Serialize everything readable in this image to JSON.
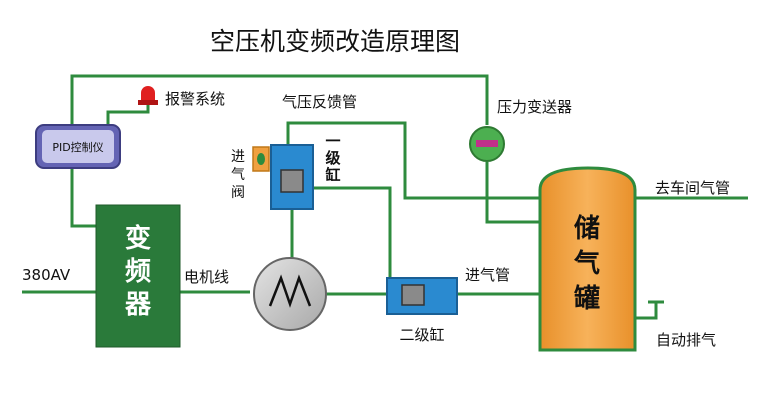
{
  "title": "空压机变频改造原理图",
  "labels": {
    "alarm": "报警系统",
    "pid": "PID控制仪",
    "feedback_pipe": "气压反馈管",
    "pressure_transmitter": "压力变送器",
    "intake_valve": [
      "进",
      "气",
      "阀"
    ],
    "stage1_cylinder": [
      "一",
      "级",
      "缸"
    ],
    "inverter": [
      "变",
      "频",
      "器"
    ],
    "power_input": "380AV",
    "motor_wire": "电机线",
    "stage2_cylinder": "二级缸",
    "intake_pipe": "进气管",
    "tank": [
      "储",
      "气",
      "罐"
    ],
    "to_workshop": "去车间气管",
    "auto_drain": "自动排气"
  },
  "colors": {
    "line": "#2e8b3e",
    "inverter": "#2a7a3a",
    "tank": "#f0a040",
    "cylinder": "#2a8ad0",
    "cylinder_inner": "#8a8a8a",
    "motor": "#c8c8c8",
    "valve": "#f0a040",
    "pid": "#5a5aa8",
    "alarm": "#e02020",
    "transmitter": "#4caf50",
    "transmitter_bar": "#c0308a"
  }
}
